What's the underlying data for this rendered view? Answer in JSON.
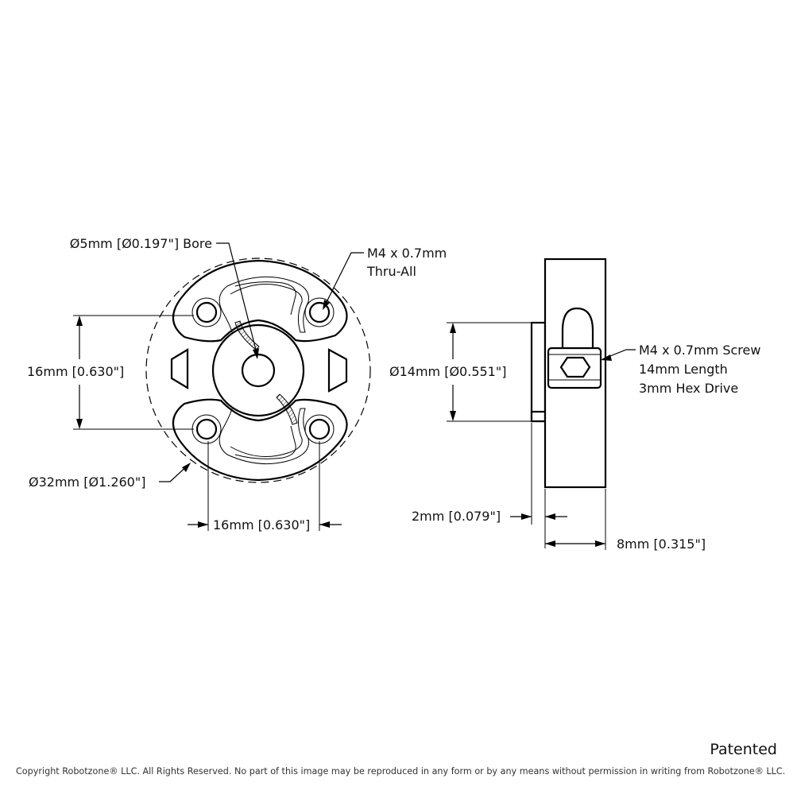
{
  "front_view": {
    "bore_label": "Ø5mm [Ø0.197\"] Bore",
    "thru_label_line1": "M4 x 0.7mm",
    "thru_label_line2": "Thru-All",
    "vertical_spacing": "16mm [0.630\"]",
    "horizontal_spacing": "16mm [0.630\"]",
    "outer_diameter": "Ø32mm [Ø1.260\"]"
  },
  "side_view": {
    "hub_diameter": "Ø14mm [Ø0.551\"]",
    "screw_line1": "M4 x 0.7mm Screw",
    "screw_line2": "14mm Length",
    "screw_line3": "3mm Hex Drive",
    "hub_thickness": "2mm [0.079\"]",
    "body_thickness": "8mm [0.315\"]"
  },
  "footer": {
    "patented": "Patented",
    "copyright": "Copyright Robotzone® LLC.  All Rights Reserved. No part of this image may be reproduced in any form or by any means without permission in writing from Robotzone® LLC."
  }
}
